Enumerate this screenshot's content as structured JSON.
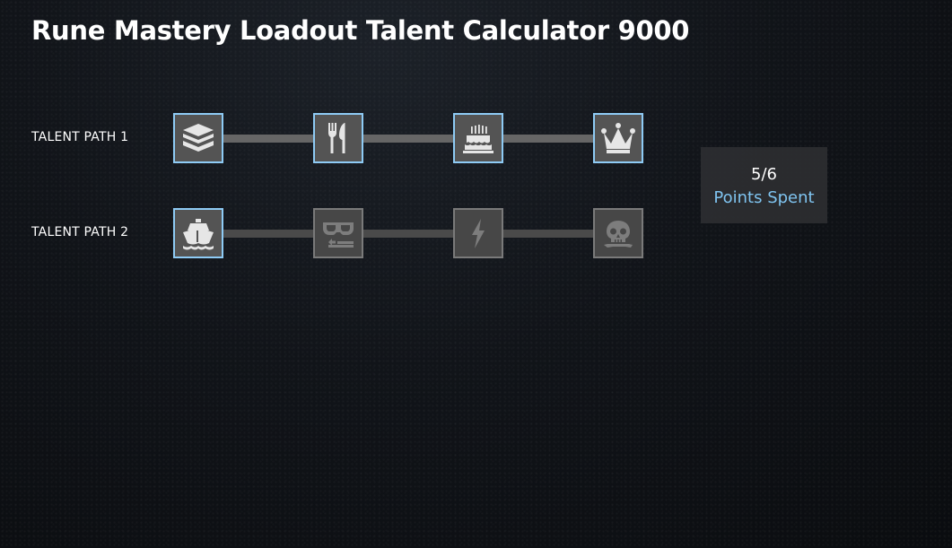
{
  "app": {
    "title": "Rune Mastery Loadout Talent Calculator 9000"
  },
  "colors": {
    "active_border": "#8ecbf5",
    "inactive_border": "#7a7a7a",
    "points_label": "#7fc4f0",
    "background": "#0d1014"
  },
  "paths": [
    {
      "label": "TALENT PATH 1",
      "talents": [
        {
          "icon": "layers-icon",
          "active": true
        },
        {
          "icon": "fork-knife-icon",
          "active": true
        },
        {
          "icon": "cake-icon",
          "active": true
        },
        {
          "icon": "crown-icon",
          "active": true
        }
      ]
    },
    {
      "label": "TALENT PATH 2",
      "talents": [
        {
          "icon": "ship-icon",
          "active": true
        },
        {
          "icon": "scuba-mask-icon",
          "active": false
        },
        {
          "icon": "lightning-icon",
          "active": false
        },
        {
          "icon": "skull-icon",
          "active": false
        }
      ]
    }
  ],
  "points": {
    "count": "5/6",
    "label": "Points Spent"
  }
}
